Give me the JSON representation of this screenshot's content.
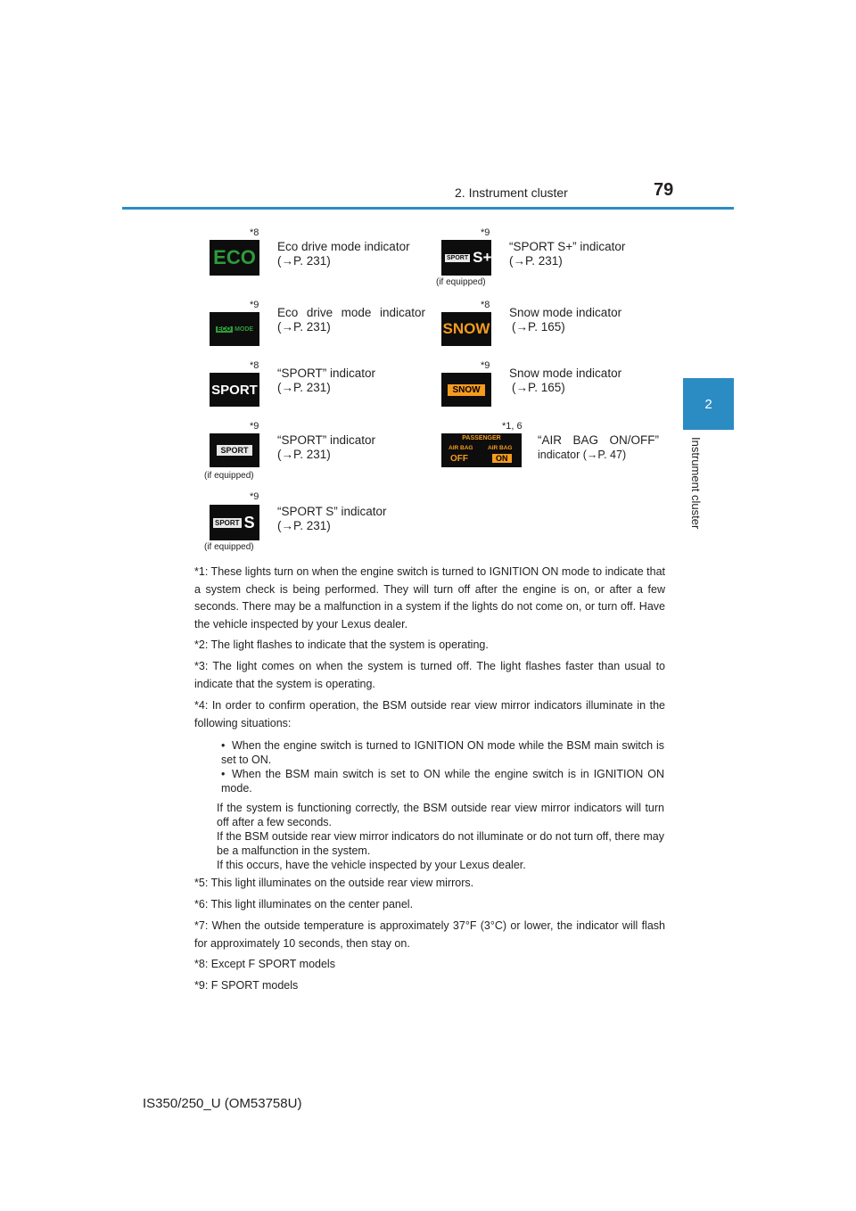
{
  "header": {
    "section": "2. Instrument cluster",
    "page_number": "79"
  },
  "side_tab": {
    "number": "2",
    "label": "Instrument cluster"
  },
  "indicators": [
    {
      "mark": "*8",
      "icon_text": "ECO",
      "icon_name": "eco-drive-mode-icon",
      "line1": "Eco drive mode indicator",
      "line2": "(→P. 231)",
      "note": ""
    },
    {
      "mark": "*9",
      "icon_text": "S+",
      "icon_badge": "SPORT",
      "icon_name": "sport-s-plus-icon",
      "line1": "“SPORT S+” indicator",
      "line2": "(→P. 231)",
      "note": "(if equipped)"
    },
    {
      "mark": "*9",
      "icon_text": "MODE",
      "icon_badge": "ECO",
      "icon_name": "eco-mode-fsport-icon",
      "line1": "Eco drive mode indicator",
      "line2": "(→P. 231)",
      "note": ""
    },
    {
      "mark": "*8",
      "icon_text": "SNOW",
      "icon_name": "snow-mode-icon",
      "line1": "Snow mode indicator",
      "line2": "(→P. 165)",
      "note": ""
    },
    {
      "mark": "*8",
      "icon_text": "SPORT",
      "icon_name": "sport-indicator-icon",
      "line1": "“SPORT” indicator",
      "line2": "(→P. 231)",
      "note": ""
    },
    {
      "mark": "*9",
      "icon_text": "SNOW",
      "icon_name": "snow-mode-fsport-icon",
      "line1": "Snow mode indicator",
      "line2": "(→P. 165)",
      "note": ""
    },
    {
      "mark": "*9",
      "icon_text": "SPORT",
      "icon_name": "sport-fsport-icon",
      "line1": "“SPORT” indicator",
      "line2": "(→P. 231)",
      "note": "(if equipped)"
    },
    {
      "mark": "*1, 6",
      "icon_text": "PASSENGER",
      "icon_sub1": "AIR BAG",
      "icon_sub2": "AIR BAG",
      "icon_off": "OFF",
      "icon_on": "ON",
      "icon_name": "airbag-on-off-icon",
      "line1": "“AIR BAG ON/OFF”",
      "line2": "indicator (→P. 47)",
      "note": ""
    },
    {
      "mark": "*9",
      "icon_text": "S",
      "icon_badge": "SPORT",
      "icon_name": "sport-s-icon",
      "line1": "“SPORT S” indicator",
      "line2": "(→P. 231)",
      "note": "(if equipped)"
    }
  ],
  "notes": [
    {
      "mark": "*1",
      "text": ": These lights turn on when the engine switch is turned to IGNITION ON mode to indicate that a system check is being performed. They will turn off after the engine is on, or after a few seconds. There may be a malfunction in a system if the lights do not come on, or turn off. Have the vehicle inspected by your Lexus dealer."
    },
    {
      "mark": "*2",
      "text": ": The light flashes to indicate that the system is operating."
    },
    {
      "mark": "*3",
      "text": ": The light comes on when the system is turned off. The light flashes faster than usual to indicate that the system is operating."
    },
    {
      "mark": "*4",
      "text": ": In order to confirm operation, the BSM outside rear view mirror indicators illuminate in the following situations:"
    }
  ],
  "note4_bullets": [
    "When the engine switch is turned to IGNITION ON mode while the BSM main switch is set to ON.",
    "When the BSM main switch is set to ON while the engine switch is in IGNITION ON mode."
  ],
  "note4_paras": [
    "If the system is functioning correctly, the BSM outside rear view mirror indicators will turn off after a few seconds.",
    "If the BSM outside rear view mirror indicators do not illuminate or do not turn off, there may be a malfunction in the system.",
    "If this occurs, have the vehicle inspected by your Lexus dealer."
  ],
  "notes_b": [
    {
      "mark": "*5",
      "text": ": This light illuminates on the outside rear view mirrors."
    },
    {
      "mark": "*6",
      "text": ": This light illuminates on the center panel."
    },
    {
      "mark": "*7",
      "text": ": When the outside temperature is approximately 37°F (3°C) or lower, the indicator will flash for approximately 10 seconds, then stay on."
    },
    {
      "mark": "*8",
      "text": ": Except F SPORT models"
    },
    {
      "mark": "*9",
      "text": ": F SPORT models"
    }
  ],
  "footer": "IS350/250_U (OM53758U)",
  "colors": {
    "accent": "#2b8cc4",
    "eco_green": "#2e9b3c",
    "snow_orange": "#f59b1f",
    "icon_bg": "#0d0d0d"
  }
}
